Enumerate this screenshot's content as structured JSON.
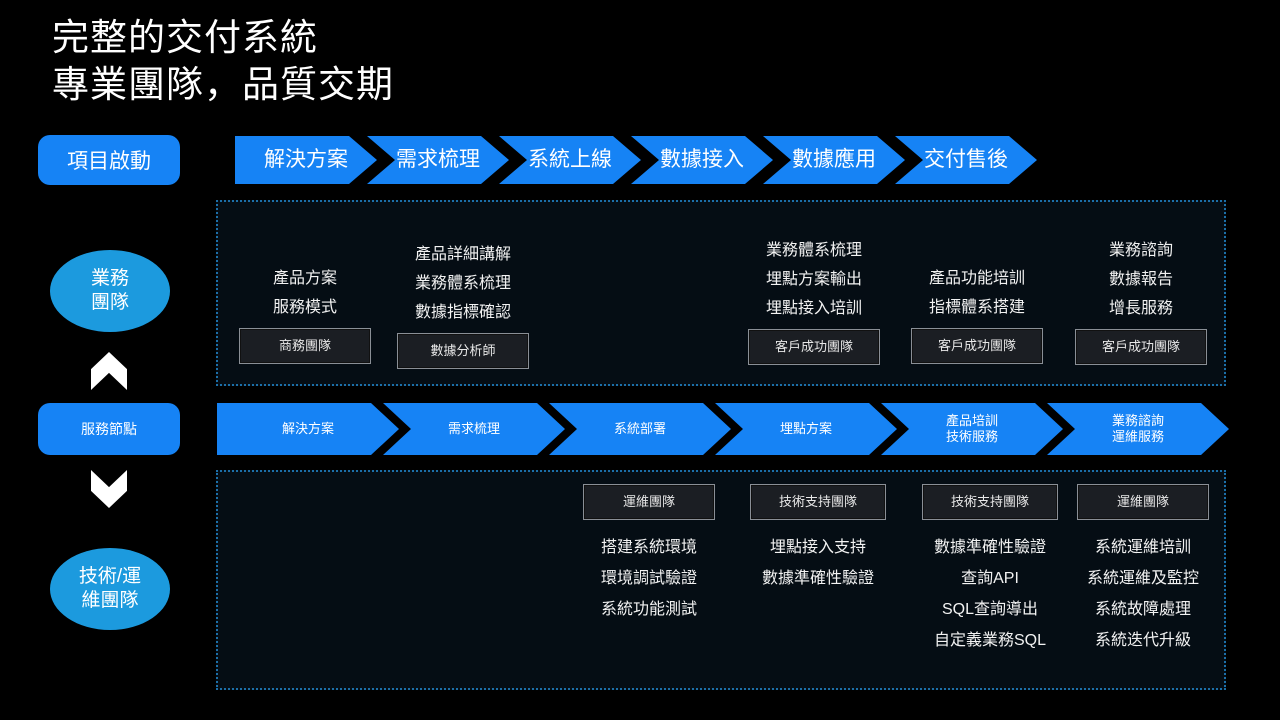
{
  "title": {
    "line1": "完整的交付系統",
    "line2": "專業團隊，品質交期"
  },
  "left_rail": {
    "start_pill": "項目啟動",
    "business_team": {
      "line1": "業務",
      "line2": "團隊"
    },
    "service_node_pill": "服務節點",
    "tech_team": {
      "line1": "技術/運",
      "line2": "維團隊"
    },
    "arrow_up_icon": "chevron-up-icon",
    "arrow_down_icon": "chevron-down-icon"
  },
  "top_phases": [
    {
      "label": "解決方案"
    },
    {
      "label": "需求梳理"
    },
    {
      "label": "系統上線"
    },
    {
      "label": "數據接入"
    },
    {
      "label": "數據應用"
    },
    {
      "label": "交付售後"
    }
  ],
  "service_nodes": [
    {
      "line1": "解決方案",
      "line2": ""
    },
    {
      "line1": "需求梳理",
      "line2": ""
    },
    {
      "line1": "系統部署",
      "line2": ""
    },
    {
      "line1": "埋點方案",
      "line2": ""
    },
    {
      "line1": "產品培訓",
      "line2": "技術服務"
    },
    {
      "line1": "業務諮詢",
      "line2": "運維服務"
    }
  ],
  "business_columns": [
    {
      "tasks": [
        "產品方案",
        "服務模式"
      ],
      "role": "商務團隊"
    },
    {
      "tasks": [
        "產品詳細講解",
        "業務體系梳理",
        "數據指標確認"
      ],
      "role": "數據分析師"
    },
    {
      "tasks": [
        "業務體系梳理",
        "埋點方案輸出",
        "埋點接入培訓"
      ],
      "role": "客戶成功團隊"
    },
    {
      "tasks": [
        "產品功能培訓",
        "指標體系搭建"
      ],
      "role": "客戶成功團隊"
    },
    {
      "tasks": [
        "業務諮詢",
        "數據報告",
        "增長服務"
      ],
      "role": "客戶成功團隊"
    }
  ],
  "tech_columns": [
    {
      "role": "運維團隊",
      "tasks": [
        "搭建系統環境",
        "環境調試驗證",
        "系統功能測試"
      ]
    },
    {
      "role": "技術支持團隊",
      "tasks": [
        "埋點接入支持",
        "數據準確性驗證"
      ]
    },
    {
      "role": "技術支持團隊",
      "tasks": [
        "數據準確性驗證",
        "查詢API",
        "SQL查詢導出",
        "自定義業務SQL"
      ]
    },
    {
      "role": "運維團隊",
      "tasks": [
        "系統運維培訓",
        "系統運維及監控",
        "系統故障處理",
        "系統迭代升級"
      ]
    }
  ],
  "colors": {
    "background": "#000000",
    "chevron_blue": "#1683f5",
    "ellipse_blue": "#1c9ade",
    "panel_border": "#1c6fa8",
    "panel_fill": "#050d14",
    "role_box_border": "#8a8f96"
  }
}
